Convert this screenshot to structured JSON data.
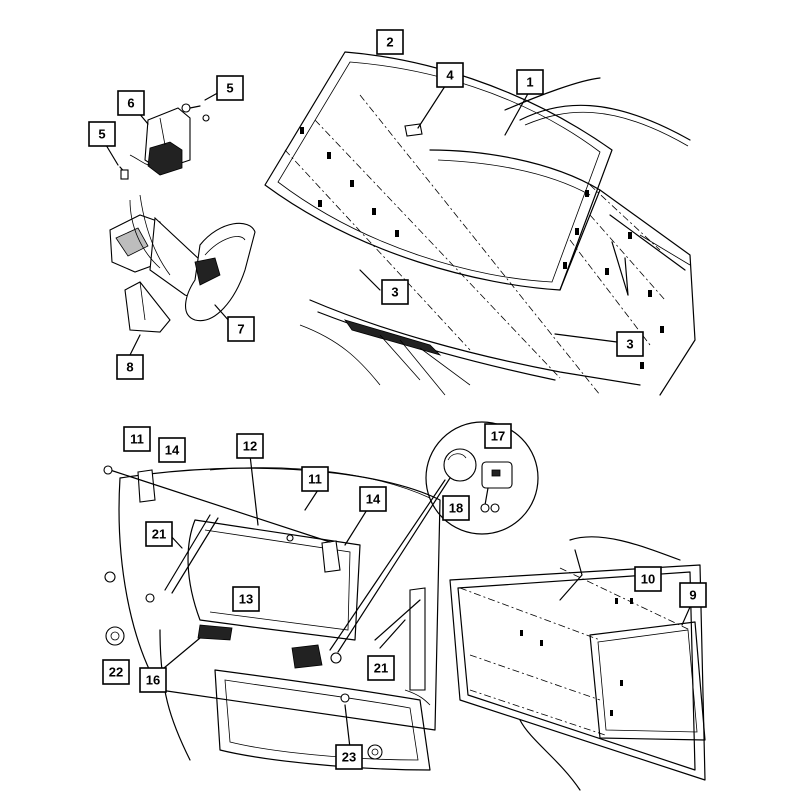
{
  "callouts": {
    "c1": "1",
    "c2": "2",
    "c3a": "3",
    "c3b": "3",
    "c4": "4",
    "c5a": "5",
    "c5b": "5",
    "c6": "6",
    "c7": "7",
    "c8": "8",
    "c9": "9",
    "c10": "10",
    "c11a": "11",
    "c11b": "11",
    "c12": "12",
    "c13": "13",
    "c14a": "14",
    "c14b": "14",
    "c16": "16",
    "c17": "17",
    "c18": "18",
    "c21a": "21",
    "c21b": "21",
    "c22": "22",
    "c23": "23"
  }
}
